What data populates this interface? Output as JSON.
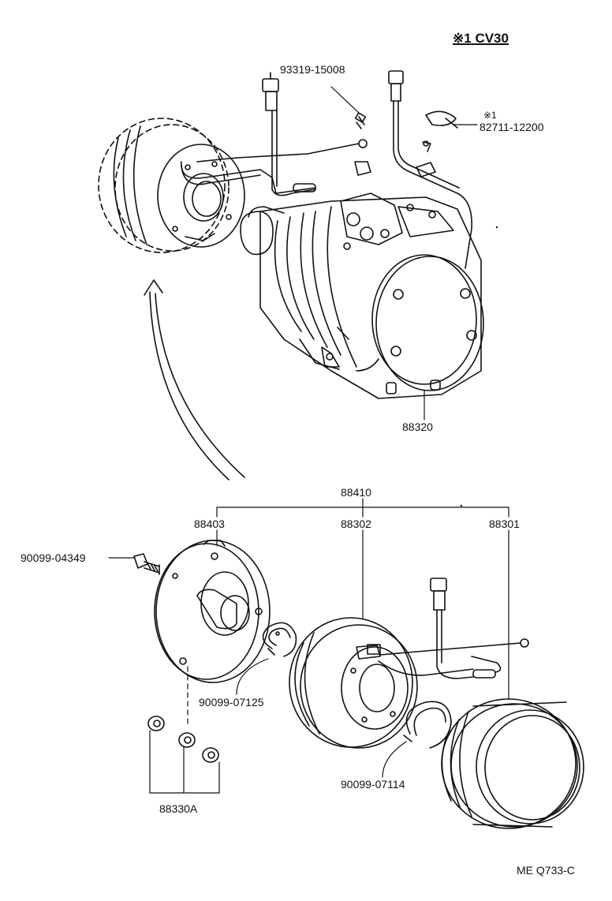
{
  "variant": {
    "note_mark": "※1",
    "note_text": "CV30"
  },
  "parts": {
    "p93319": "93319-15008",
    "p82711_mark": "※1",
    "p82711": "82711-12200",
    "p88320": "88320",
    "p88410": "88410",
    "p88403": "88403",
    "p88302": "88302",
    "p88301": "88301",
    "p90099_04349": "90099-04349",
    "p90099_07125": "90099-07125",
    "p90099_07114": "90099-07114",
    "p88330A": "88330A"
  },
  "footer": {
    "code": "ME Q733-C"
  },
  "colors": {
    "ink": "#111111",
    "paper": "#ffffff"
  }
}
